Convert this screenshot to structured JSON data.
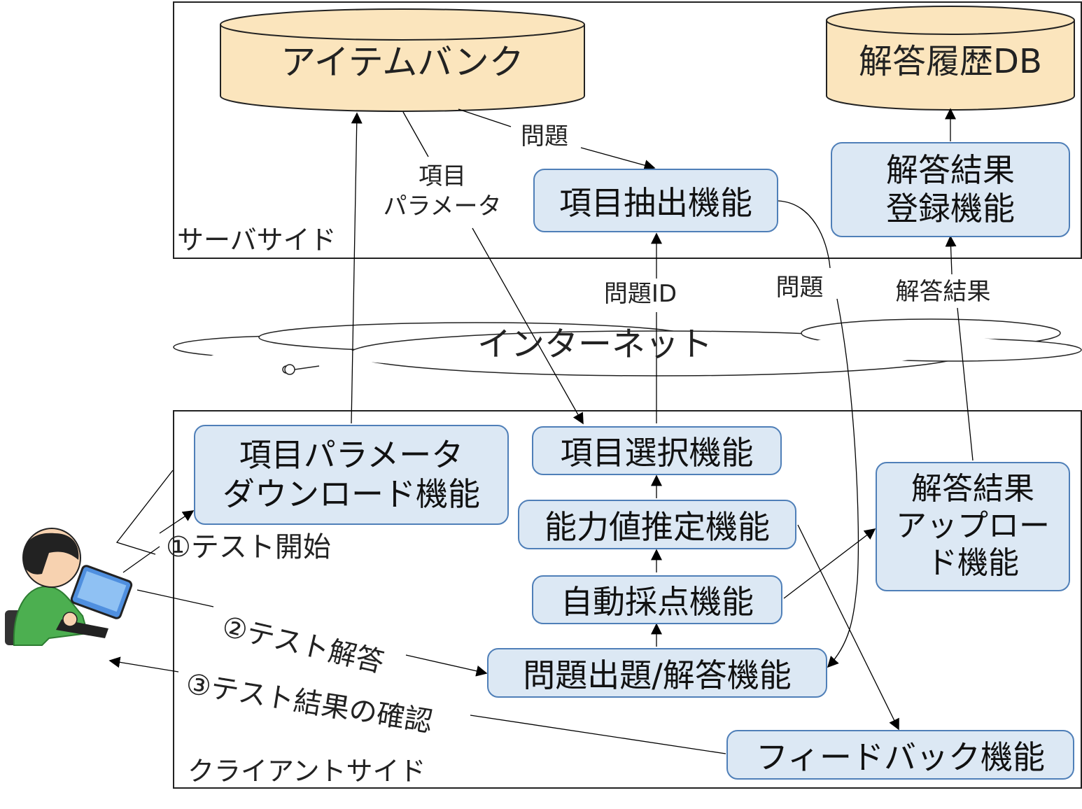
{
  "server": {
    "zone_label": "サーバサイド",
    "item_bank": "アイテムバンク",
    "answer_db": "解答履歴DB",
    "item_extract": "項目抽出機能",
    "result_register": "解答結果\n登録機能"
  },
  "internet": {
    "label": "インターネット"
  },
  "client": {
    "zone_label": "クライアントサイド",
    "param_download": "項目パラメータ\nダウンロード機能",
    "item_select": "項目選択機能",
    "ability_estimate": "能力値推定機能",
    "auto_scoring": "自動採点機能",
    "question_answer": "問題出題/解答機能",
    "feedback": "フィードバック機能",
    "result_upload": "解答結果\nアップロー\nド機能"
  },
  "flow_labels": {
    "question_1": "問題",
    "item_params": "項目\nパラメータ",
    "question_id": "問題ID",
    "question_2": "問題",
    "answer_result": "解答結果"
  },
  "user_steps": {
    "step1": "①テスト開始",
    "step2": "②テスト解答",
    "step3": "③テスト結果の確認"
  },
  "colors": {
    "db_fill": "#fbe5bd",
    "box_fill": "#dce8f4",
    "box_border": "#4f7fb8"
  }
}
